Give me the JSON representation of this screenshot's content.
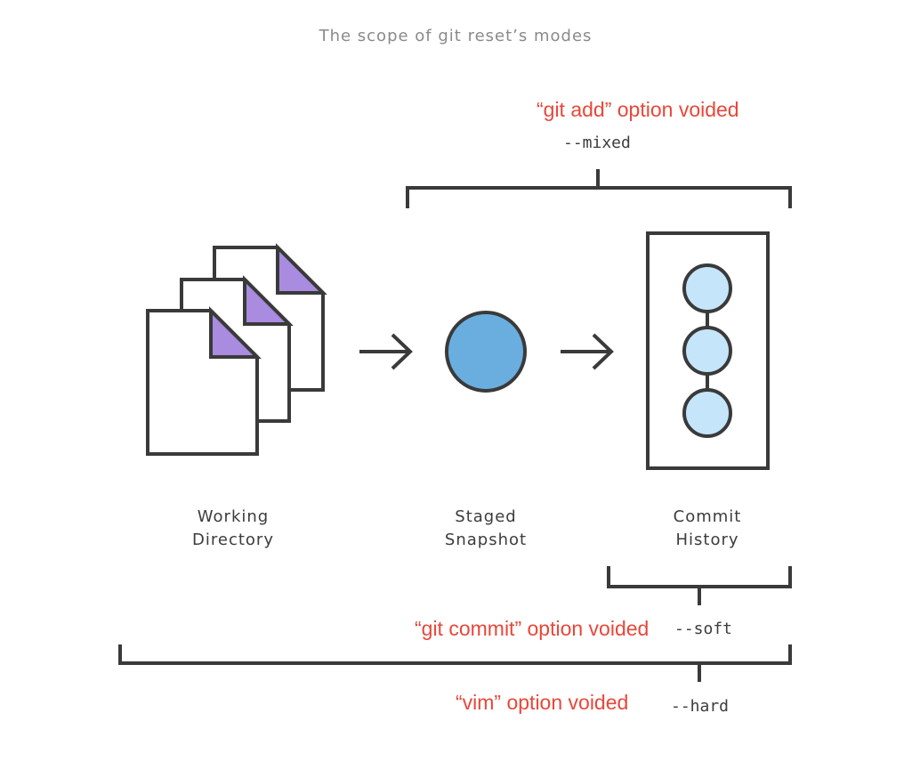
{
  "title": "The scope of git reset’s modes",
  "stages": [
    {
      "id": "working",
      "lines": [
        "Working",
        "Directory"
      ]
    },
    {
      "id": "staged",
      "lines": [
        "Staged",
        "Snapshot"
      ]
    },
    {
      "id": "commit",
      "lines": [
        "Commit",
        "History"
      ]
    }
  ],
  "modes": {
    "mixed": {
      "label": "--mixed",
      "note": "“git add” option voided"
    },
    "soft": {
      "label": "--soft",
      "note": "“git commit” option voided"
    },
    "hard": {
      "label": "--hard",
      "note": "“vim” option voided"
    }
  },
  "colors": {
    "stroke": "#3a3a3a",
    "file_corner": "#a98bdf",
    "staged_circle": "#6aaee0",
    "commit_circle": "#c5e5fb",
    "note_text": "#e8473a",
    "title_text": "#8a8a8a"
  },
  "icons": [
    "file-stack-icon",
    "arrow-right-icon",
    "staged-circle-icon",
    "commit-history-icon",
    "bracket-icon"
  ]
}
